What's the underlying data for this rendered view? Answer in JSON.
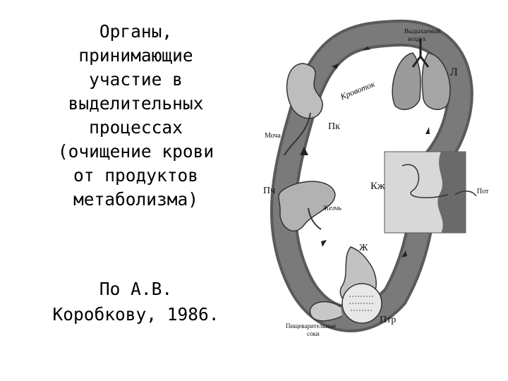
{
  "heading_lines": [
    "Органы,",
    "принимающие",
    "участие в",
    "выделительных",
    "процессах",
    "(очищение крови",
    "от продуктов",
    "метаболизма)"
  ],
  "attribution_lines": [
    "По А.В.",
    "Коробкову, 1986."
  ],
  "diagram": {
    "exhaled_air_line1": "Выдыхаемый",
    "exhaled_air_line2": "воздух",
    "bloodstream": "Кровоток",
    "lungs": "Л",
    "kidneys": "Пк",
    "urine": "Моча",
    "skin": "Кж",
    "sweat": "Пот",
    "liver": "Пч",
    "bile": "Желчь",
    "stomach": "Ж",
    "intestine": "Птр",
    "digestive_juices_line1": "Пищеварительные",
    "digestive_juices_line2": "соки"
  }
}
